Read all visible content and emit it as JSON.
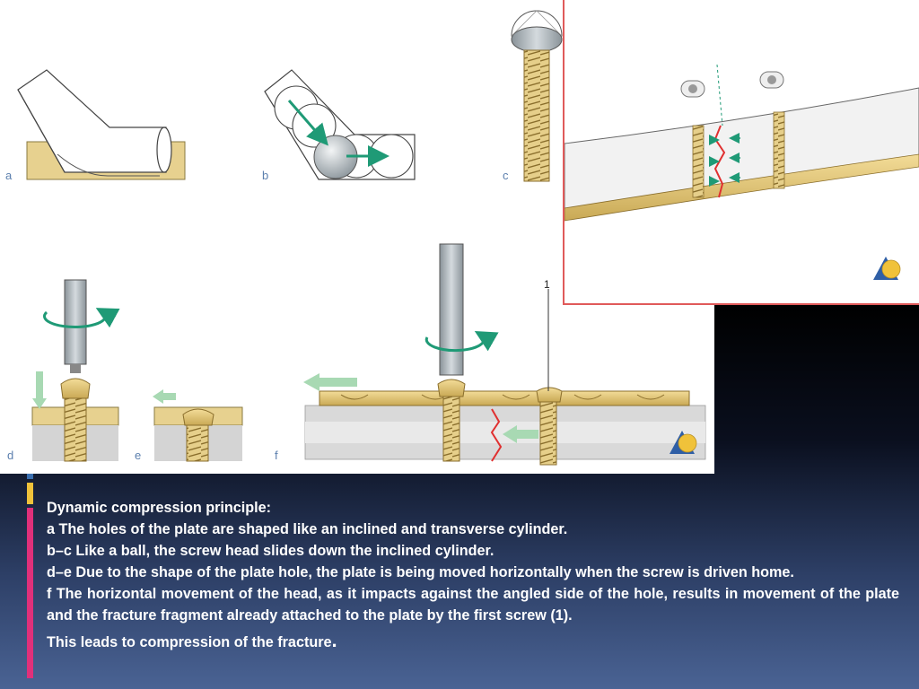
{
  "panel_labels": {
    "a": "a",
    "b": "b",
    "c": "c",
    "d": "d",
    "e": "e",
    "f": "f",
    "callout": "1"
  },
  "caption": {
    "title": "Dynamic compression principle:",
    "line_a": "a  The holes of the plate are shaped like an inclined and transverse cylinder.",
    "line_bc": "b–c  Like a ball, the screw head slides down the inclined cylinder.",
    "line_de": "d–e  Due to the shape of the plate hole, the plate is being moved horizontally when the screw is driven home.",
    "line_f": "f  The horizontal movement of the head, as it impacts against the angled side of the hole, results in movement of the plate and the fracture fragment already attached to the plate by the first screw (1).",
    "line_last": "This leads to compression of the fracture",
    "line_last_end": "."
  },
  "colors": {
    "plate_gold": "#e3c87a",
    "plate_gold_dark": "#b99a45",
    "arrow_green": "#1f9a76",
    "arrow_light_green": "#a8d9b3",
    "fracture_red": "#e03030",
    "label_blue": "#5b7fae",
    "bone_gray": "#d4d4d4",
    "accent_blue": "#3a6fb0",
    "accent_yellow": "#f0c23a",
    "accent_pink": "#e0307a"
  }
}
